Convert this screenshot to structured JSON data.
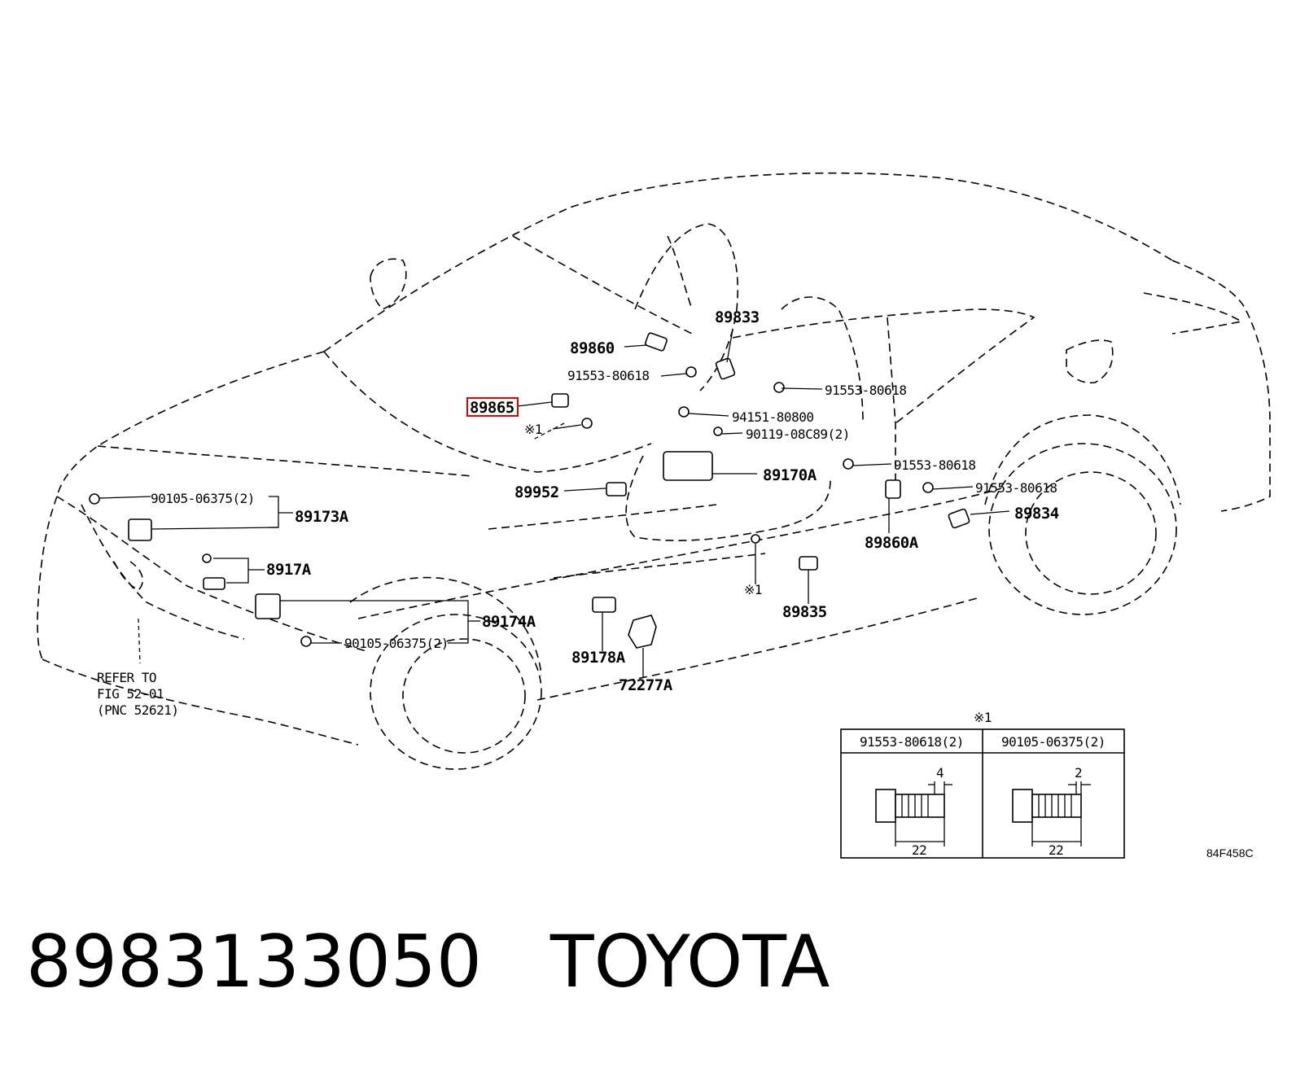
{
  "labels": {
    "p89833": "89833",
    "p89860": "89860",
    "p91553_a": "91553-80618",
    "p91553_b": "91553-80618",
    "p89865": "89865",
    "p94151": "94151-80800",
    "note1_a": "※1",
    "p90119": "90119-08C89(2)",
    "p91553_c": "91553-80618",
    "p89170A": "89170A",
    "p90105_a": "90105-06375(2)",
    "p89952": "89952",
    "p91553_d": "91553-80618",
    "p89173A": "89173A",
    "p89834": "89834",
    "p89860A": "89860A",
    "p8917A": "8917A",
    "note1_b": "※1",
    "p89835": "89835",
    "p89174A": "89174A",
    "p90105_b": "90105-06375(2)",
    "p89178A": "89178A",
    "p72277A": "72277A",
    "refer_1": "REFER TO",
    "refer_2": "FIG 52-01",
    "refer_3": "(PNC 52621)"
  },
  "bolt_table": {
    "title": "※1",
    "col1_header": "91553-80618(2)",
    "col2_header": "90105-06375(2)",
    "col1_dim_top": "4",
    "col1_dim_len": "22",
    "col2_dim_top": "2",
    "col2_dim_len": "22"
  },
  "figure_code": "84F458C",
  "footer": {
    "part_number": "8983133050",
    "brand": "TOYOTA"
  },
  "colors": {
    "highlight": "#e00000",
    "ink": "#000000"
  }
}
